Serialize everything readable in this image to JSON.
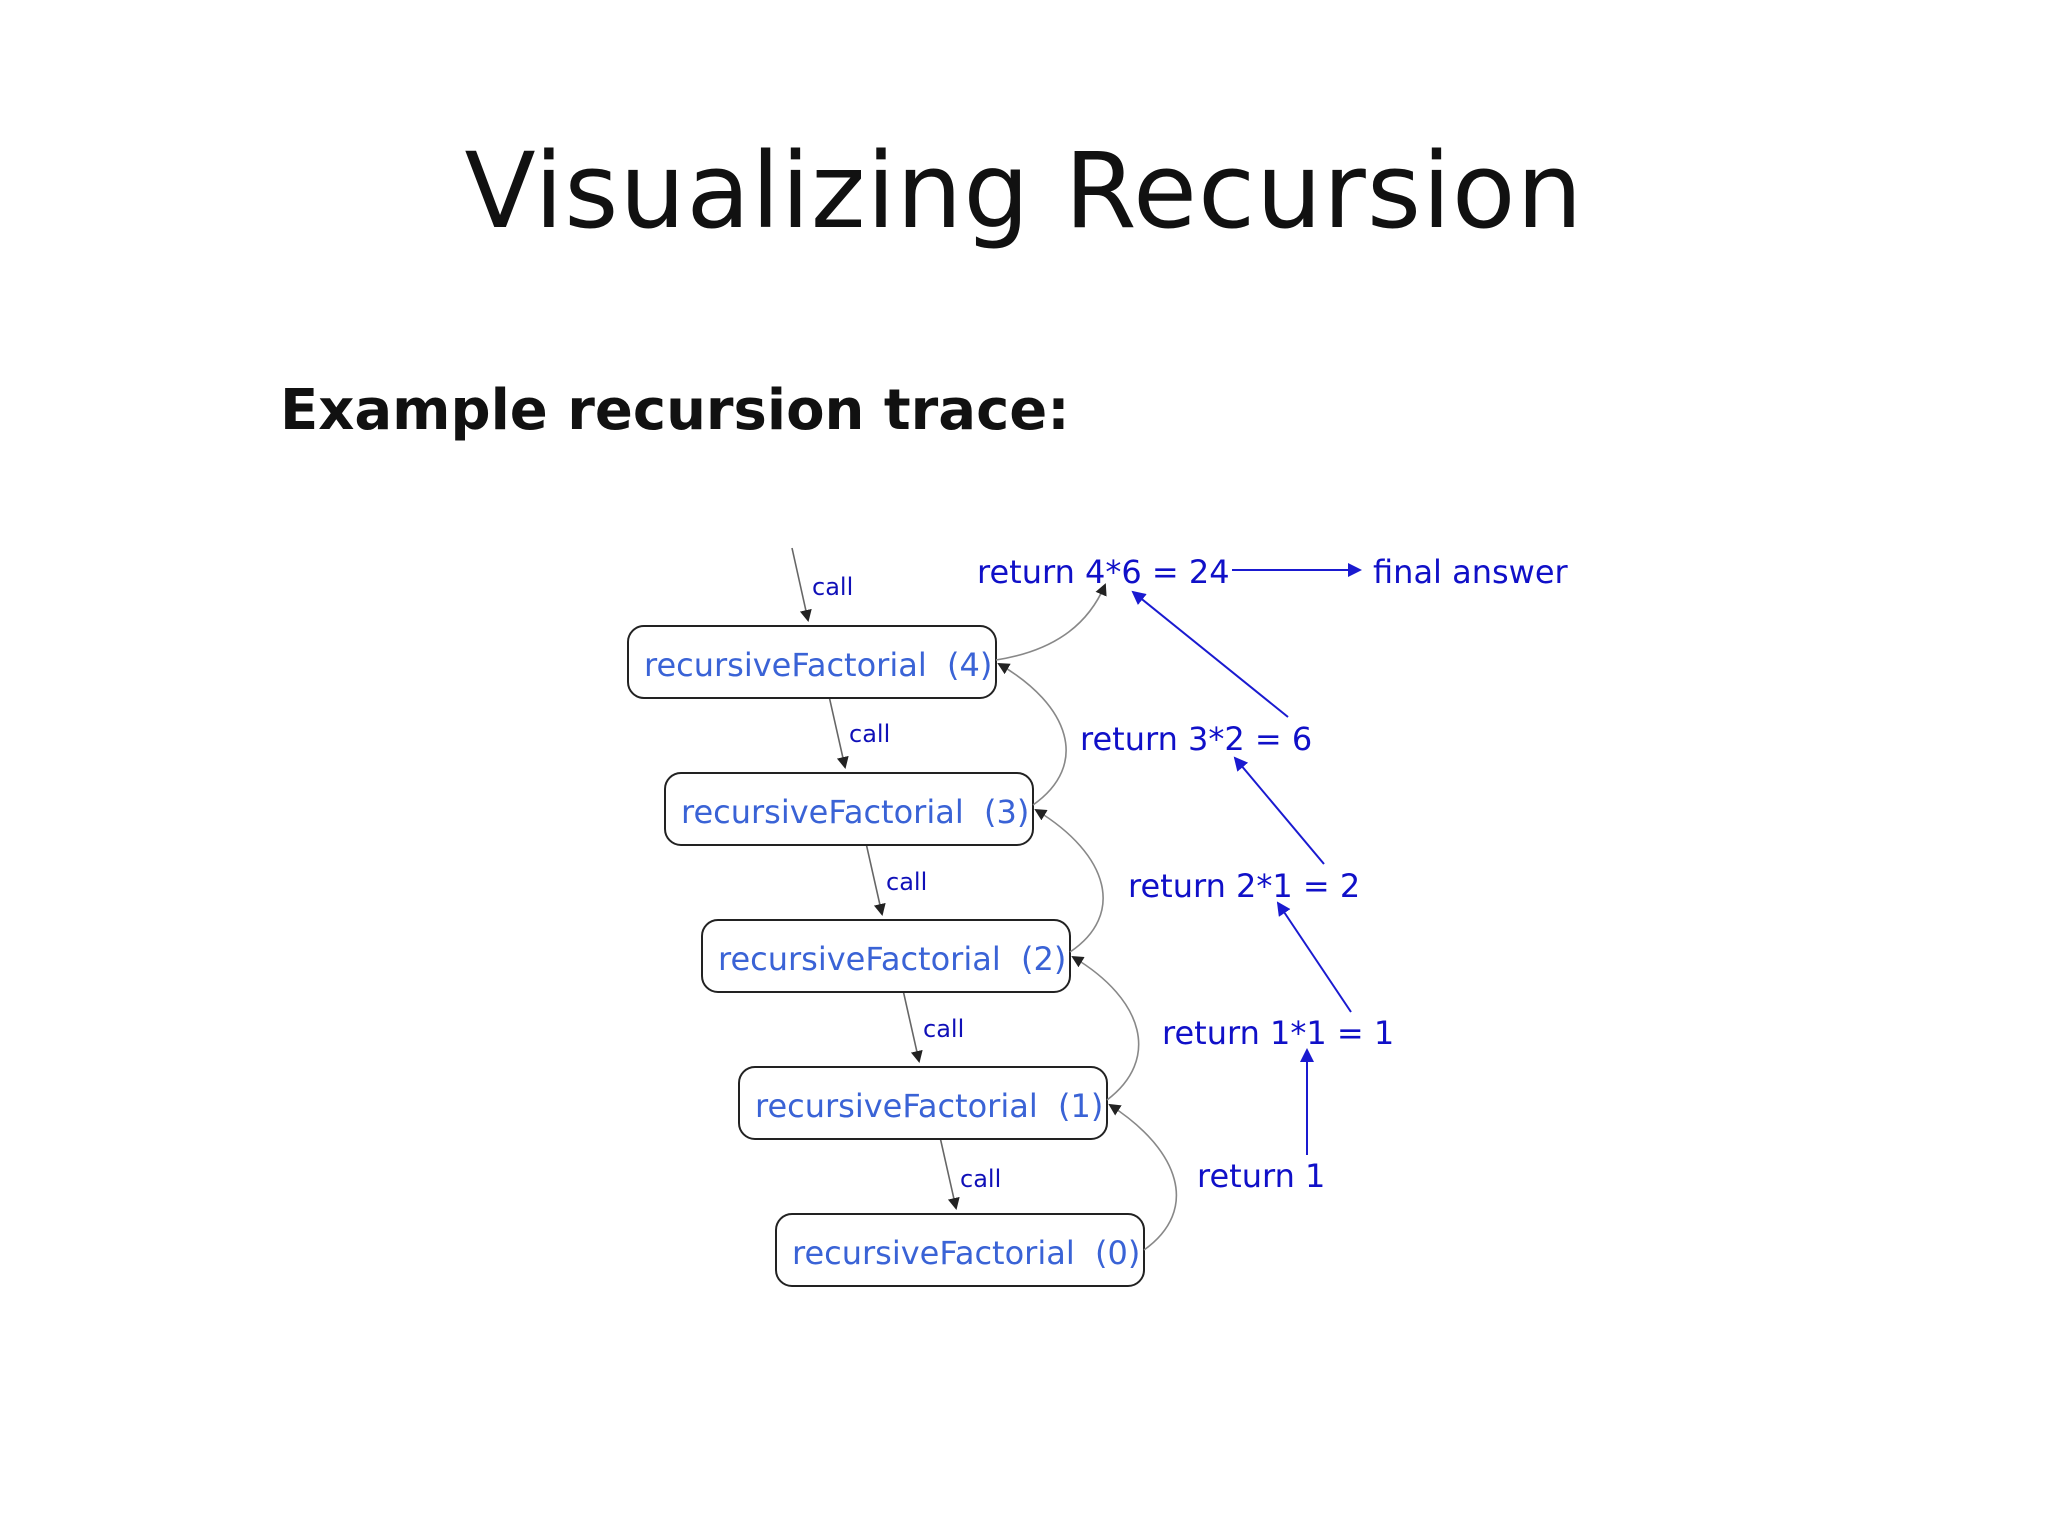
{
  "slide": {
    "title": "Visualizing Recursion",
    "subtitle": "Example recursion trace:"
  },
  "diagram": {
    "calls": [
      {
        "box_label": "recursiveFactorial  (4)",
        "call_label": "call"
      },
      {
        "box_label": "recursiveFactorial  (3)",
        "call_label": "call"
      },
      {
        "box_label": "recursiveFactorial  (2)",
        "call_label": "call"
      },
      {
        "box_label": "recursiveFactorial  (1)",
        "call_label": "call"
      },
      {
        "box_label": "recursiveFactorial  (0)",
        "call_label": "call"
      }
    ],
    "returns": [
      "return 4*6 = 24",
      "return 3*2 = 6",
      "return 2*1 = 2",
      "return 1*1 = 1",
      "return 1"
    ],
    "final_answer": "final answer",
    "colors": {
      "box_text": "#3a63d6",
      "return_text": "#1010c8",
      "return_arrow": "#1a1ad0",
      "call_arrow": "#555555",
      "box_border": "#222222"
    }
  }
}
